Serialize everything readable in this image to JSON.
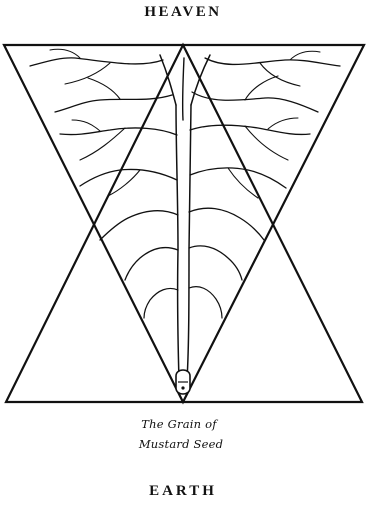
{
  "labels": {
    "top": "HEAVEN",
    "bottom": "EARTH",
    "caption_line1": "The Grain of",
    "caption_line2": "Mustard Seed"
  },
  "figure": {
    "elements": [
      "downward-triangle",
      "upward-triangle",
      "tree",
      "seed"
    ],
    "colors": {
      "ink": "#111111",
      "background": "#ffffff"
    }
  }
}
